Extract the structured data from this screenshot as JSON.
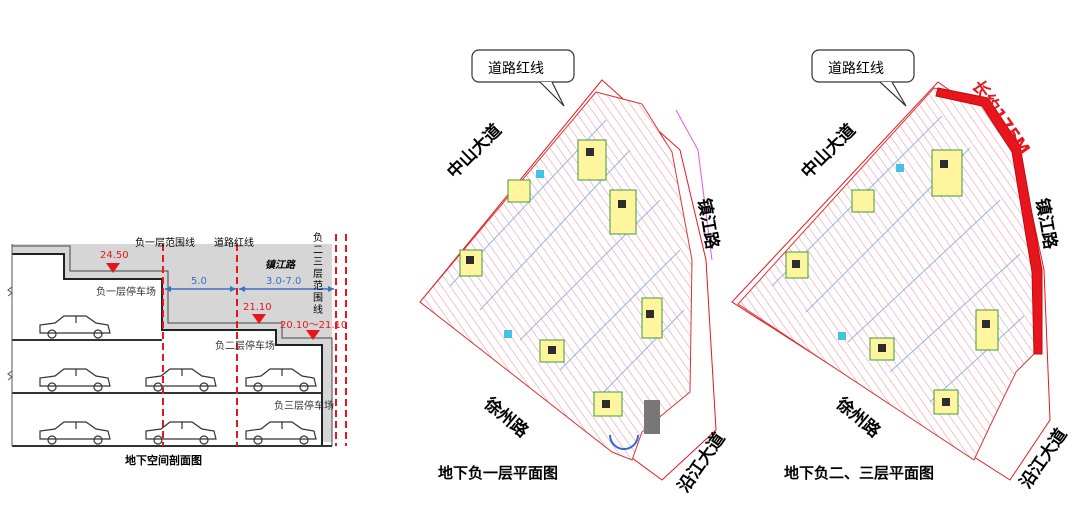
{
  "section": {
    "title": "地下空间剖面图",
    "lines": {
      "b1_boundary": "负一层范围线",
      "red_line": "道路红线",
      "b23_boundary": "负二三层范围线"
    },
    "road": "镇江路",
    "dims": {
      "w1": "5.0",
      "w2": "3.0-7.0"
    },
    "elevations": {
      "e1": "24.50",
      "e2": "21.10",
      "e3": "20.10～21.10"
    },
    "floors": {
      "b1": "负一层停车场",
      "b2": "负二层停车场",
      "b3": "负三层停车场"
    }
  },
  "plan1": {
    "title": "地下负一层平面图",
    "callout": "道路红线",
    "roads": {
      "north": "中山大道",
      "east": "镇江路",
      "south": "徐州路",
      "southeast": "沿江大道"
    }
  },
  "plan2": {
    "title": "地下负二、三层平面图",
    "callout": "道路红线",
    "length_note": "长约175M",
    "roads": {
      "north": "中山大道",
      "east": "镇江路",
      "south": "徐州路",
      "southeast": "沿江大道"
    }
  },
  "colors": {
    "red": "#e8161c",
    "blue": "#3a6fc4",
    "pink": "#f4b9c4",
    "yellow": "#f0e23a",
    "green": "#3c9a3c"
  }
}
